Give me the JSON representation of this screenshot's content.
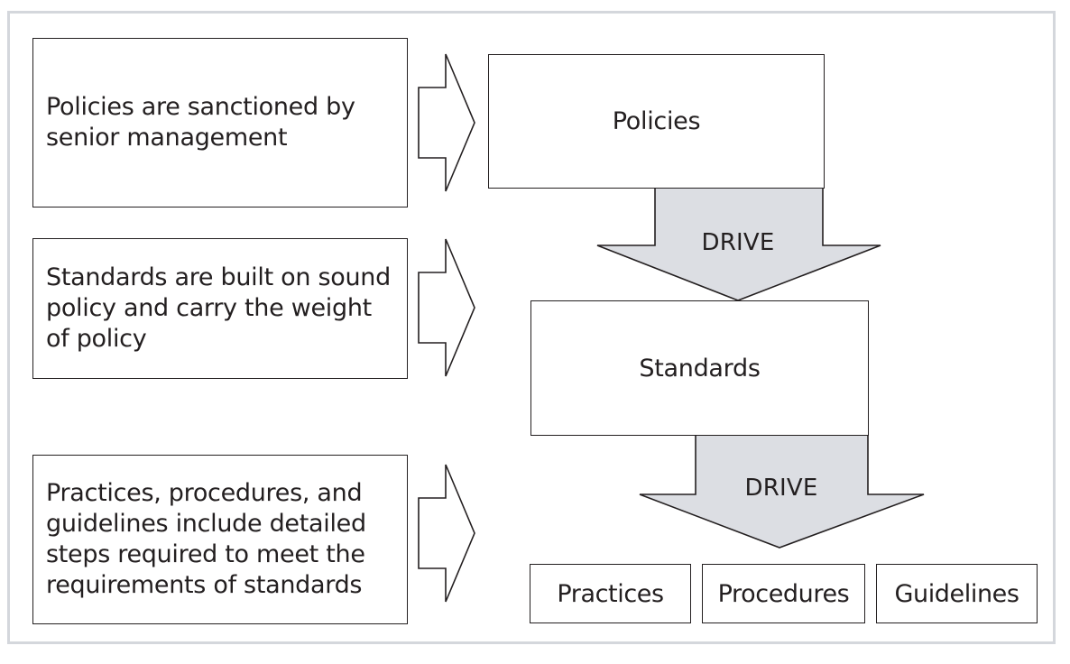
{
  "diagram": {
    "descriptions": {
      "policies": "Policies are sanctioned by\nsenior management",
      "standards": "Standards are built on sound\npolicy and carry the weight\nof policy",
      "practices": "Practices, procedures, and\nguidelines include detailed\nsteps required to meet the\nrequirements of standards"
    },
    "nodes": {
      "policies": "Policies",
      "standards": "Standards",
      "practices": "Practices",
      "procedures": "Procedures",
      "guidelines": "Guidelines"
    },
    "connectors": {
      "drive_top": "DRIVE",
      "drive_bottom": "DRIVE"
    },
    "colors": {
      "border": "#231f20",
      "drive_fill": "#dcdee3",
      "frame": "#d4d7dc"
    }
  }
}
